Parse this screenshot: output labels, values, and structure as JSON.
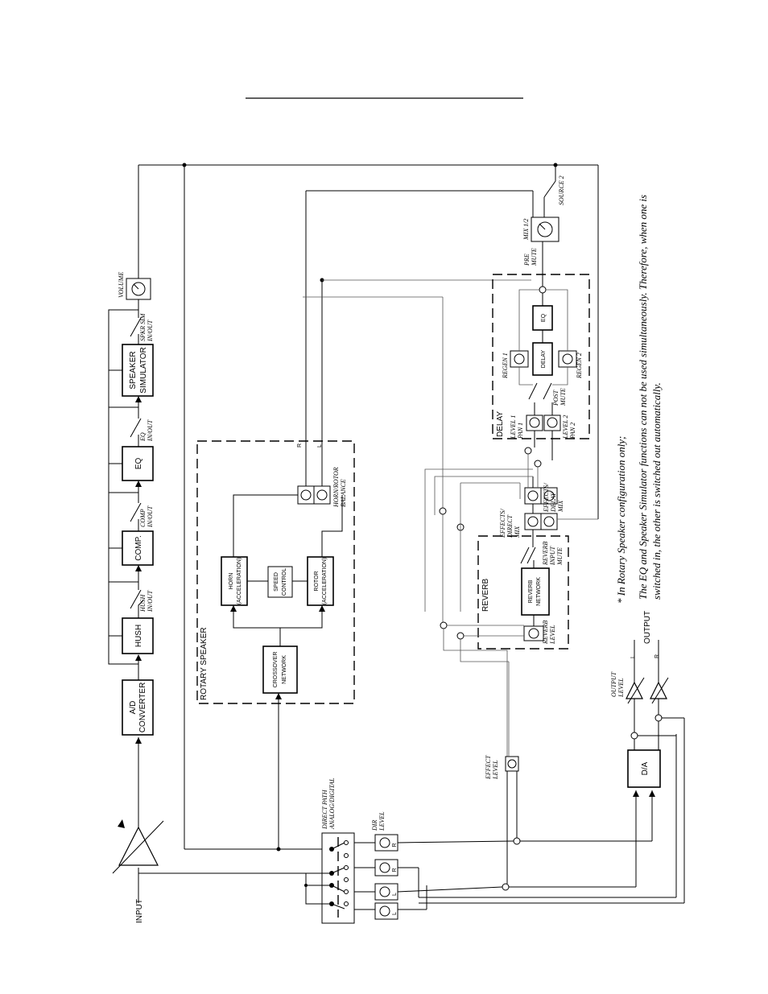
{
  "blocks": {
    "input": "INPUT",
    "ad_line1": "A/D",
    "ad_line2": "CONVERTER",
    "hush": "HUSH",
    "comp": "COMP.",
    "eq": "EQ",
    "spk_line1": "SPEAKER",
    "spk_line2": "SIMULATOR",
    "volume": "VOLUME",
    "crossover_line1": "CROSSOVER",
    "crossover_line2": "NETWORK",
    "horn_line1": "HORN",
    "horn_line2": "(ACCELERATION)",
    "speed_line1": "SPEED",
    "speed_line2": "CONTROL",
    "rotor_line1": "ROTOR",
    "rotor_line2": "(ACCELERATION)",
    "rotary_speaker": "ROTARY SPEAKER",
    "reverb_network_line1": "REVERB",
    "reverb_network_line2": "NETWORK",
    "reverb": "REVERB",
    "delay": "DELAY",
    "delay_block": "DELAY",
    "delay_eq": "EQ",
    "da": "D/A",
    "output": "OUTPUT",
    "out_l": "L",
    "out_r": "R",
    "r_label": "R",
    "l_label": "L"
  },
  "switch_labels": {
    "hush_1": "HUSH",
    "hush_2": "IN/OUT",
    "comp_1": "COMP",
    "comp_2": "IN/OUT",
    "eq_1": "EQ",
    "eq_2": "IN/OUT",
    "spkr_1": "SPKR SIM",
    "spkr_2": "IN/OUT",
    "direct_1": "DIRECT PATH",
    "direct_2": "ANALOG/DIGITAL",
    "dir_1": "DIR",
    "dir_2": "LEVEL",
    "effect_1": "EFFECT",
    "effect_2": "LEVEL",
    "horn_bal_1": "HORN/ROTOR",
    "horn_bal_2": "BALANCE",
    "reverb_level_1": "REVERB",
    "reverb_level_2": "LEVEL",
    "reverb_mute_1": "REVERB",
    "reverb_mute_2": "INPUT",
    "reverb_mute_3": "MUTE",
    "fx_direct_1": "EFFECTS/",
    "fx_direct_2": "DIRECT",
    "fx_direct_3": "MIX",
    "fx_delay_1": "EFFECTS/",
    "fx_delay_2": "DELAY",
    "fx_delay_3": "MIX",
    "level1_1": "LEVEL 1",
    "level1_2": "PAN 1",
    "level2_1": "LEVEL 2",
    "level2_2": "PAN 2",
    "post_1": "POST",
    "post_2": "MUTE",
    "regen1": "REGEN 1",
    "regen2": "REGEN 2",
    "pre_1": "PRE",
    "pre_2": "MUTE",
    "mix12": "MIX 1/2",
    "source2": "SOURCE 2",
    "output_level_1": "OUTPUT",
    "output_level_2": "LEVEL",
    "ch_r": "R",
    "ch_l": "L"
  },
  "notes": {
    "line1": "*  In Rotary Speaker configuration only;",
    "line2": "The EQ and Speaker Simulator functions can not be used simultaneously. Therefore, when one is",
    "line3": "switched in, the other is switched out automatically."
  }
}
